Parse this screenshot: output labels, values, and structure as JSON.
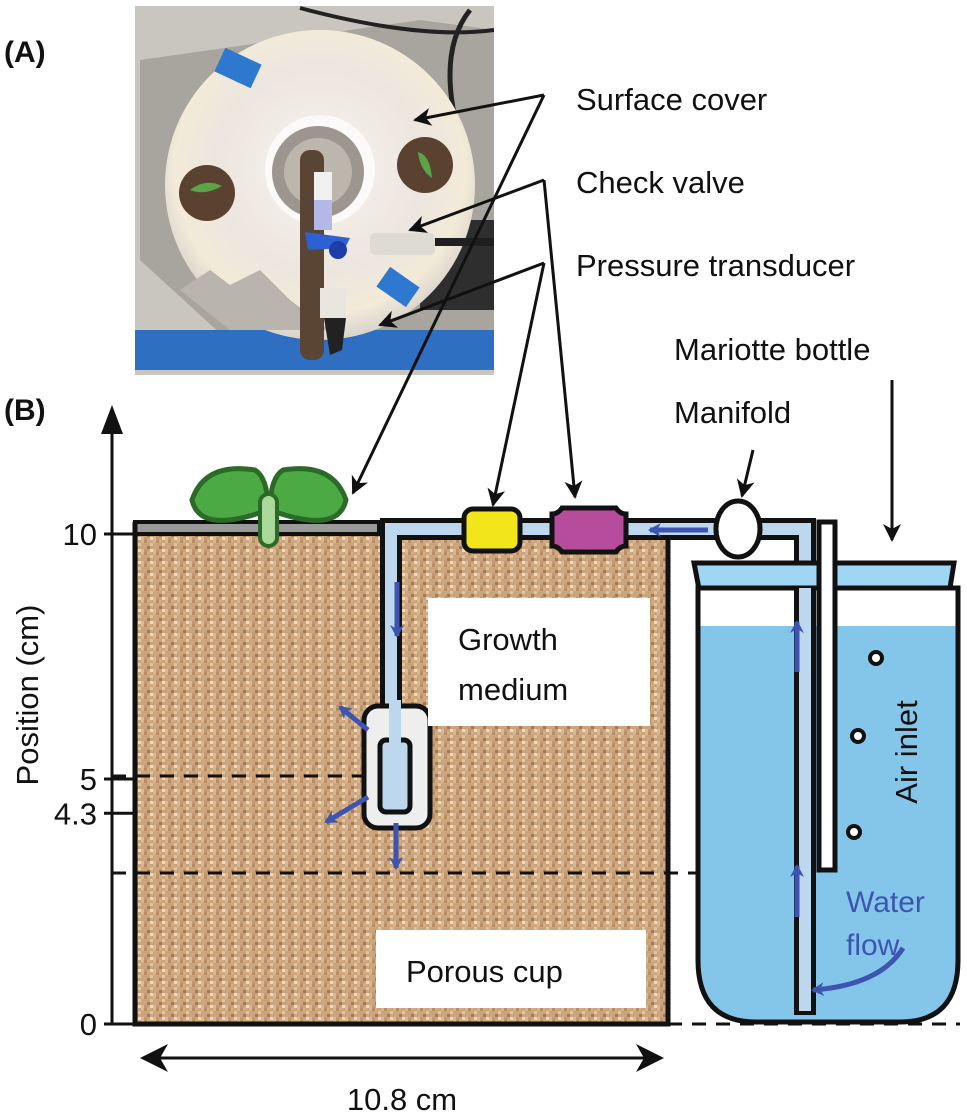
{
  "panels": {
    "a_label": "(A)",
    "b_label": "(B)"
  },
  "photo": {
    "description": "Top view of the experimental setup: CD used as surface cover, two seedling pots, blue check valve and pressure transducer"
  },
  "labels": {
    "surface_cover": "Surface cover",
    "check_valve": "Check valve",
    "pressure_transducer": "Pressure transducer",
    "mariotte_bottle": "Mariotte bottle",
    "manifold": "Manifold",
    "growth_medium_line1": "Growth",
    "growth_medium_line2": "medium",
    "porous_cup": "Porous cup",
    "air_inlet": "Air inlet",
    "water_flow_line1": "Water",
    "water_flow_line2": "flow",
    "width_dimension": "10.8 cm"
  },
  "axis": {
    "title": "Position (cm)",
    "ticks": [
      {
        "value": 10,
        "label": "10"
      },
      {
        "value": 5,
        "label": "5"
      },
      {
        "value": 4.3,
        "label": "4.3"
      },
      {
        "value": 0,
        "label": "0"
      }
    ]
  },
  "colors": {
    "soil": "#c9a27a",
    "soil_dark": "#a97c55",
    "tube_fill": "#bcd7ee",
    "water": "#84c6ea",
    "water_light": "#9fd6f3",
    "flow_arrow": "#3d55b0",
    "check_valve": "#f2e51a",
    "pressure_transducer": "#b74b9c",
    "leaf": "#4caa45",
    "leaf_outline": "#2c6a27",
    "stem": "#a9d99a",
    "cover": "#9a9a9a"
  }
}
